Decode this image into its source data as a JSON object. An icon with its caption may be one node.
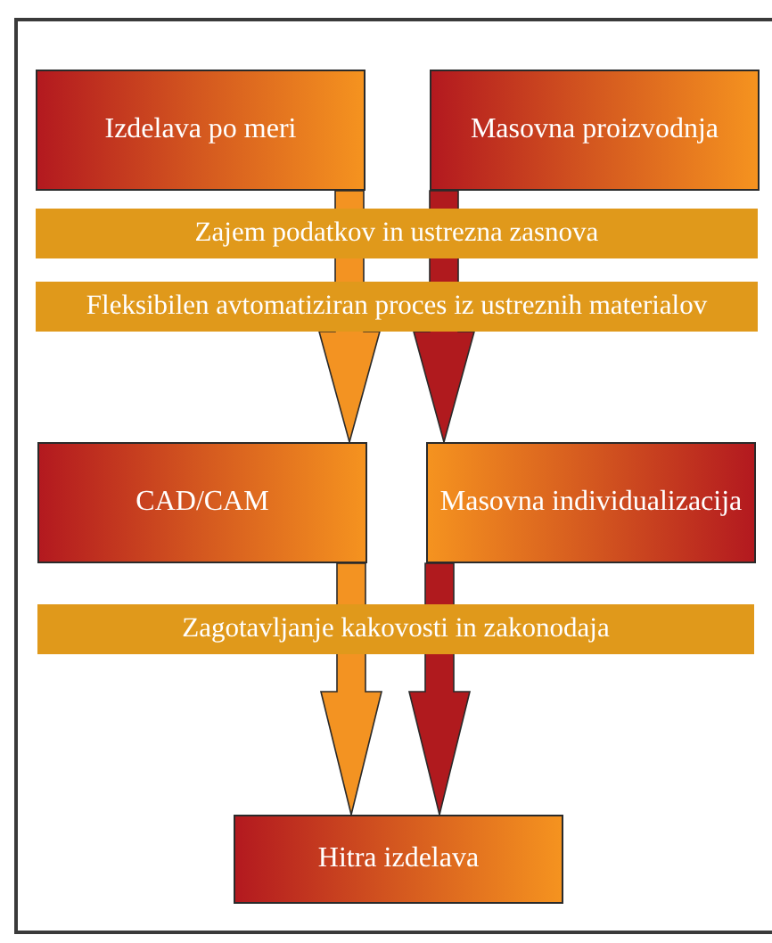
{
  "diagram": {
    "nodes": [
      {
        "text": [
          "Izdelava po meri"
        ]
      },
      {
        "text": [
          "Masovna proizvodnja"
        ]
      },
      {
        "text": [
          "Zajem podatkov in ustrezna zasnova"
        ]
      },
      {
        "text": [
          "Fleksibilen avtomatiziran proces iz ustreznih materialov"
        ]
      },
      {
        "text": [
          "CAD/CAM"
        ]
      },
      {
        "text": [
          "Masovna individualizacija"
        ]
      },
      {
        "text": [
          "Zagotavljanje kakovosti in zakonodaja"
        ]
      },
      {
        "text": [
          "Hitra izdelava"
        ]
      }
    ],
    "edges": [
      {
        "from": 0,
        "to": 4,
        "arrow": "to",
        "color": "#f39322"
      },
      {
        "from": 1,
        "to": 5,
        "arrow": "to",
        "color": "#b01a1e"
      },
      {
        "from": 4,
        "to": 7,
        "arrow": "to",
        "color": "#f39322"
      },
      {
        "from": 5,
        "to": 7,
        "arrow": "to",
        "color": "#b01a1e"
      }
    ]
  }
}
